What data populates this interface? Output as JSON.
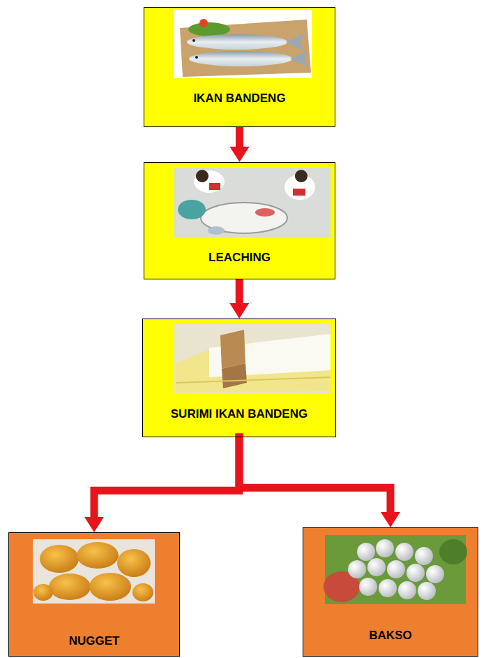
{
  "diagram": {
    "nodes": [
      {
        "text": [
          "IKAN BANDENG"
        ]
      },
      {
        "text": [
          "LEACHING"
        ]
      },
      {
        "text": [
          "SURIMI IKAN BANDENG"
        ]
      },
      {
        "text": [
          "NUGGET"
        ]
      },
      {
        "text": [
          "BAKSO"
        ]
      }
    ],
    "edges": [
      {
        "from": 0,
        "to": 1,
        "arrow": "to"
      },
      {
        "from": 1,
        "to": 2,
        "arrow": "to"
      },
      {
        "from": 2,
        "to": 3,
        "arrow": "to"
      },
      {
        "from": 2,
        "to": 4,
        "arrow": "to"
      }
    ]
  }
}
